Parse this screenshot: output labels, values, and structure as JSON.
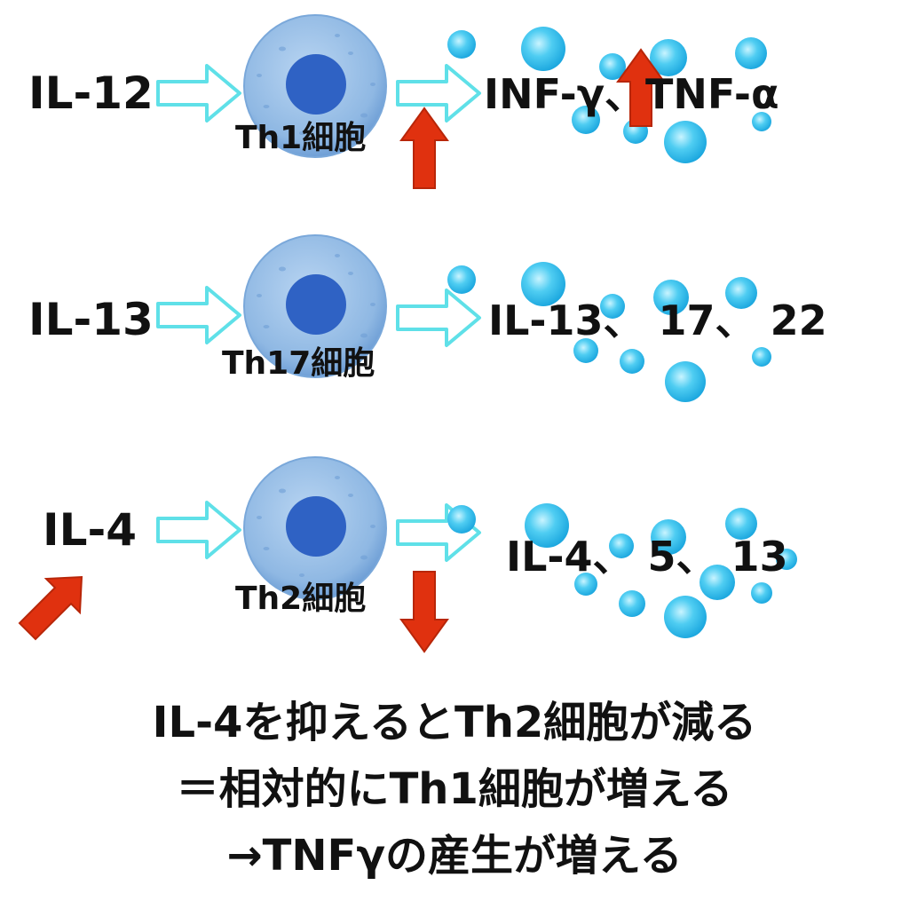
{
  "rows": [
    {
      "input": "IL-12",
      "cell": "Th1細胞",
      "output": "INF-γ、TNF-α"
    },
    {
      "input": "IL-13",
      "cell": "Th17細胞",
      "output": "IL-13、 17、 22"
    },
    {
      "input": "IL-4",
      "cell": "Th2細胞",
      "output": "IL-4、 5、 13"
    }
  ],
  "summary": [
    "IL-4を抑えるとTh2細胞が減る",
    "＝相対的にTh1細胞が増える",
    "→TNFγの産生が増える"
  ],
  "colors": {
    "cell_body": "#8fb8e3",
    "cell_nucleus": "#2f62c4",
    "flow_arrow_stroke": "#5fe0e8",
    "cytokine": "#2dbbe8",
    "change_arrow": "#e0310f"
  }
}
